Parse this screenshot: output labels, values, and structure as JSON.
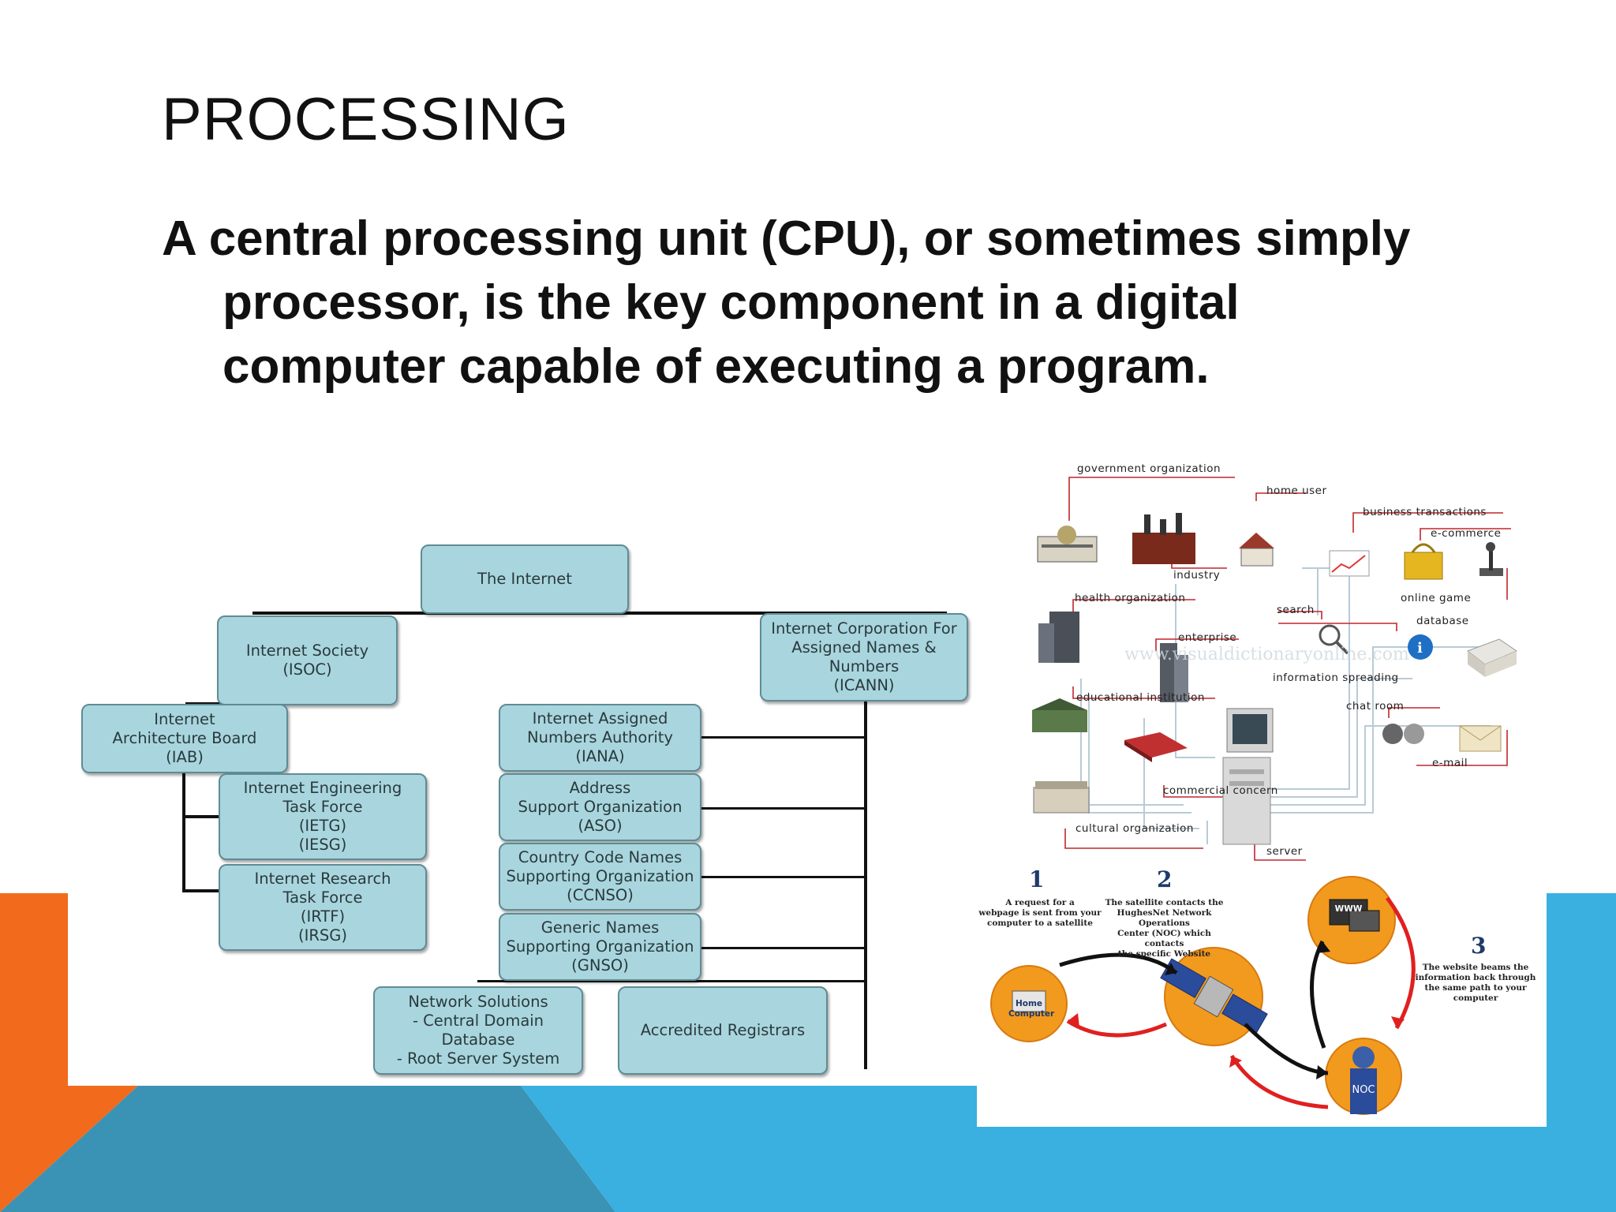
{
  "slide": {
    "title": "PROCESSING",
    "body": "A central processing unit (CPU), or sometimes simply processor, is the key component in a digital computer capable of executing a program."
  },
  "org_chart": {
    "nodes": {
      "internet": "The Internet",
      "isoc": "Internet Society\n(ISOC)",
      "icann": "Internet Corporation For\nAssigned Names &\nNumbers\n(ICANN)",
      "iab": "Internet\nArchitecture Board\n(IAB)",
      "ietf": "Internet Engineering\nTask Force\n(IETG)\n(IESG)",
      "irtf": "Internet Research\nTask Force\n(IRTF)\n(IRSG)",
      "iana": "Internet Assigned\nNumbers Authority\n(IANA)",
      "aso": "Address\nSupport Organization\n(ASO)",
      "ccnso": "Country Code Names\nSupporting Organization\n(CCNSO)",
      "gnso": "Generic Names\nSupporting Organization\n(GNSO)",
      "netsol": "Network Solutions\n- Central Domain Database\n- Root Server System",
      "registrars": "Accredited Registrars"
    }
  },
  "network_diagram": {
    "labels": {
      "government": "government organization",
      "home_user": "home user",
      "business": "business transactions",
      "ecommerce": "e-commerce",
      "industry": "industry",
      "health": "health organization",
      "search": "search",
      "online_game": "online game",
      "database": "database",
      "enterprise": "enterprise",
      "info_spreading": "information spreading",
      "educational": "educational institution",
      "chat_room": "chat room",
      "email": "e-mail",
      "commercial": "commercial concern",
      "cultural": "cultural organization",
      "server": "server"
    },
    "watermark": "www.visualdictionaryonline.com"
  },
  "satellite_diagram": {
    "steps": [
      {
        "number": "1",
        "text": "A request for a\nwebpage is sent from your\ncomputer to a satellite"
      },
      {
        "number": "2",
        "text": "The satellite contacts the\nHughesNet Network Operations\nCenter (NOC) which contacts\nthe specific Website"
      },
      {
        "number": "3",
        "text": "The website beams the\ninformation back through\nthe same path to your computer"
      }
    ],
    "home_computer": "Home\nComputer",
    "noc": "NOC",
    "www": "WWW"
  },
  "colors": {
    "orange": "#f26a1b",
    "blue_light": "#3ab0e0",
    "blue_dark": "#3a93b5",
    "node_fill": "#a9d6de"
  }
}
